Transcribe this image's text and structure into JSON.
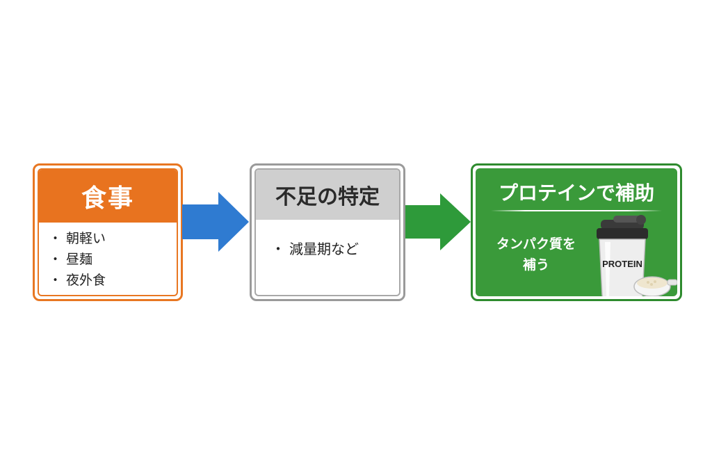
{
  "diagram": {
    "steps": [
      {
        "title": "食事",
        "items": [
          "朝軽い",
          "昼麺",
          "夜外食"
        ],
        "color": "#e8731f"
      },
      {
        "title": "不足の特定",
        "items": [
          "減量期など"
        ],
        "color": "#cfcfcf"
      },
      {
        "title": "プロテインで補助",
        "description": [
          "タンパク質を",
          "補う"
        ],
        "color": "#3a9a3a",
        "image": {
          "icon": "protein-shaker-icon",
          "label": "PROTEIN"
        }
      }
    ],
    "arrows": [
      {
        "color": "#2f7bd1"
      },
      {
        "color": "#2e9a3a"
      }
    ],
    "bullet": "・"
  }
}
